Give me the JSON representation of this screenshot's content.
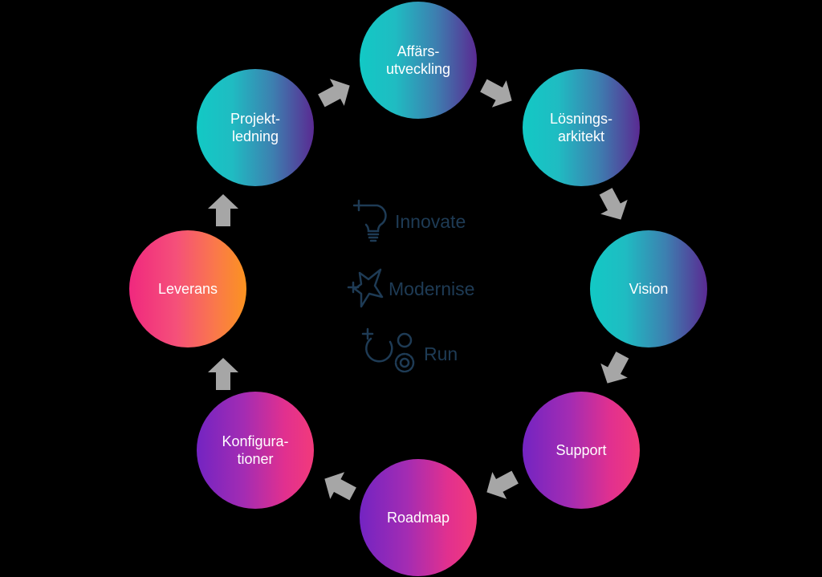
{
  "nodes": [
    {
      "id": "affars",
      "label": "Affärs-\nutveckling"
    },
    {
      "id": "losnings",
      "label": "Lösnings-\narkitekt"
    },
    {
      "id": "vision",
      "label": "Vision"
    },
    {
      "id": "support",
      "label": "Support"
    },
    {
      "id": "roadmap",
      "label": "Roadmap"
    },
    {
      "id": "konfig",
      "label": "Konfigura-\ntioner"
    },
    {
      "id": "leverans",
      "label": "Leverans"
    },
    {
      "id": "projekt",
      "label": "Projekt-\nledning"
    }
  ],
  "center": {
    "innovate": {
      "label": "Innovate",
      "icon": "lightbulb-plus-icon"
    },
    "modernise": {
      "label": "Modernise",
      "icon": "star-plus-icon"
    },
    "run": {
      "label": "Run",
      "icon": "gears-plus-icon"
    }
  },
  "colors": {
    "arrow": "#a6a6a6",
    "center_text": "#1e3b55",
    "background": "#000000"
  }
}
